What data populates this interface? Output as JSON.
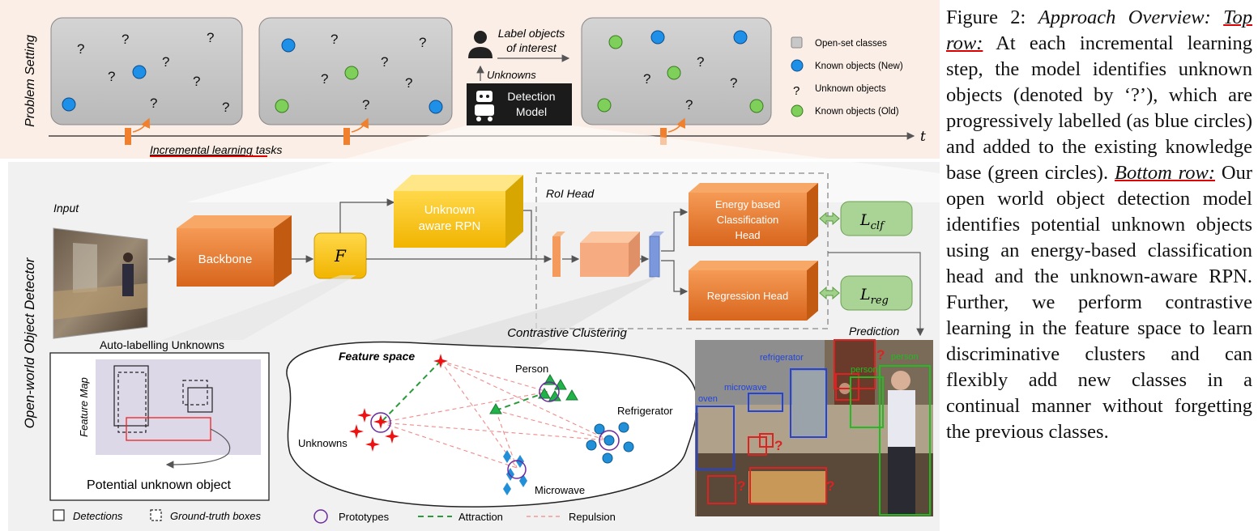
{
  "figure": {
    "problem_setting_label": "Problem Setting",
    "detector_label": "Open-world Object Detector",
    "label_objects_line1": "Label objects",
    "label_objects_line2": "of interest",
    "unknowns_arrow_label": "Unknowns",
    "detection_model_line1": "Detection",
    "detection_model_line2": "Model",
    "incremental_tasks_underlined": "Incremental learning",
    "incremental_tasks_rest": " tasks",
    "time_axis_label": "t",
    "unknown_glyph": "?",
    "legend_top": [
      {
        "label": "Open-set classes",
        "marker": "gray-square"
      },
      {
        "label": "Known objects (New)",
        "marker": "blue-circle"
      },
      {
        "label": "Unknown objects",
        "marker": "question-mark"
      },
      {
        "label": "Known objects (Old)",
        "marker": "green-circle"
      }
    ],
    "input_label": "Input",
    "backbone_label": "Backbone",
    "f_label": "F",
    "rpn_line1": "Unknown",
    "rpn_line2": "aware RPN",
    "roi_head_label": "RoI Head",
    "energy_head_line1": "Energy based",
    "energy_head_line2": "Classification",
    "energy_head_line3": "Head",
    "regression_head_label": "Regression Head",
    "l_clf_main": "L",
    "l_clf_sub": "clf",
    "l_reg_main": "L",
    "l_reg_sub": "reg",
    "auto_label_title": "Auto-labelling Unknowns",
    "feature_map_label": "Feature Map",
    "potential_unknown_label": "Potential unknown object",
    "contrastive_title": "Contrastive  Clustering",
    "feature_space_label": "Feature space",
    "cluster_person": "Person",
    "cluster_refrigerator": "Refrigerator",
    "cluster_unknowns": "Unknowns",
    "cluster_microwave": "Microwave",
    "prediction_label": "Prediction",
    "pred_labels": {
      "refrigerator": "refrigerator",
      "microwave": "microwave",
      "oven": "oven",
      "person": "person"
    },
    "legend_bottom": {
      "detections": "Detections",
      "gt_boxes": "Ground-truth boxes",
      "prototypes": "Prototypes",
      "attraction": "Attraction",
      "repulsion": "Repulsion"
    },
    "colors": {
      "known_new": "#1e90e8",
      "known_old": "#7ed05a",
      "orange": "#f07f2e",
      "yellow": "#f7c51d",
      "green_box": "#9fd18a"
    }
  },
  "caption": {
    "label": "Figure 2:",
    "title": "Approach Overview:",
    "top_row": "Top row:",
    "top_text": "At each incremental learning step, the model identifies unknown objects (denoted by ‘?’), which are progressively labelled (as blue circles) and added to the existing knowledge base (green circles).",
    "bottom_row": "Bottom row:",
    "bottom_text": "Our open world object detection model identifies potential unknown objects using an energy-based classification head and the unknown-aware RPN. Further, we perform contrastive learning in the feature space to learn discriminative clusters and can flexibly add new classes in a continual manner without forgetting the previous classes."
  }
}
